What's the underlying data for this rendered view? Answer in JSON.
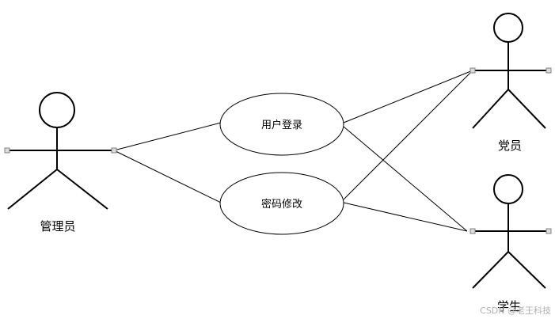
{
  "actors": {
    "admin": {
      "name": "管理员"
    },
    "party_member": {
      "name": "党员"
    },
    "student": {
      "name": "学生"
    }
  },
  "use_cases": {
    "login": {
      "name": "用户登录"
    },
    "change_password": {
      "name": "密码修改"
    }
  },
  "associations": [
    [
      "admin",
      "login"
    ],
    [
      "admin",
      "change_password"
    ],
    [
      "party_member",
      "login"
    ],
    [
      "party_member",
      "change_password"
    ],
    [
      "student",
      "login"
    ],
    [
      "student",
      "change_password"
    ]
  ],
  "watermark": "CSDN @老王科技"
}
